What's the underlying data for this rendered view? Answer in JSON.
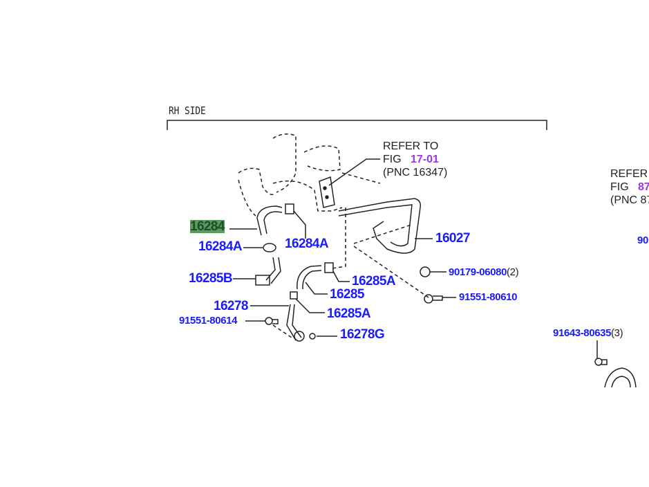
{
  "section_title": "RH SIDE",
  "refer_1": {
    "line1": "REFER TO",
    "fig_prefix": "FIG",
    "fig": "17-01",
    "pnc": "(PNC 16347)"
  },
  "refer_2": {
    "line1": "REFER",
    "fig_prefix": "FIG",
    "fig": "87",
    "pnc": "(PNC 87"
  },
  "parts": {
    "p16284": "16284",
    "p16284A_left": "16284A",
    "p16284A_right": "16284A",
    "p16027": "16027",
    "p90179": "90179-06080",
    "p90179_qty": "(2)",
    "p91551_80610": "91551-80610",
    "p16285B": "16285B",
    "p16285A_top": "16285A",
    "p16285": "16285",
    "p16278": "16278",
    "p16285A_bottom": "16285A",
    "p91551_80614": "91551-80614",
    "p16278G": "16278G",
    "p90_clipped": "90",
    "p91643": "91643-80635",
    "p91643_qty": "(3)"
  },
  "colors": {
    "part_link": "#1a1aff",
    "fig_link": "#9933ee",
    "highlight": "#5a9a5a"
  }
}
